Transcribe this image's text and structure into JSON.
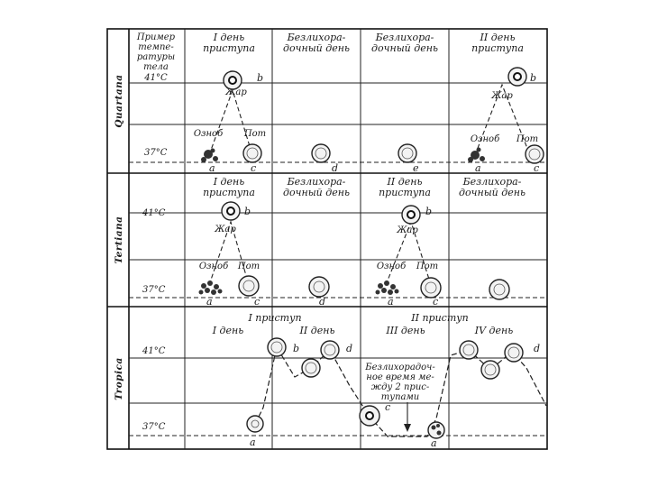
{
  "temperature_header": [
    "Пример",
    "темпе-",
    "ратуры",
    "тела",
    "41°C"
  ],
  "temps": {
    "t41": "41°C",
    "t37": "37°C"
  },
  "bands": {
    "quartana": "Quartana",
    "tertiana": "Tertiana",
    "tropica": "Tropica"
  },
  "quartana": {
    "cols": [
      [
        "I день",
        "приступа"
      ],
      [
        "Безлихора-",
        "дочный день"
      ],
      [
        "Безлихора-",
        "дочный день"
      ],
      [
        "II день",
        "приступа"
      ]
    ],
    "labels": {
      "zhar": "Жар",
      "oznob": "Озноб",
      "pot": "Пот"
    },
    "letters": {
      "a": "a",
      "b": "b",
      "c": "c",
      "d": "d",
      "e": "e"
    }
  },
  "tertiana": {
    "cols": [
      [
        "I день",
        "приступа"
      ],
      [
        "Безлихора-",
        "дочный день"
      ],
      [
        "II день",
        "приступа"
      ],
      [
        "Безлихора-",
        "дочный день"
      ]
    ],
    "labels": {
      "zhar": "Жар",
      "oznob": "Озноб",
      "pot": "Пот"
    },
    "letters": {
      "a": "a",
      "b": "b",
      "c": "c",
      "d": "d"
    }
  },
  "tropica": {
    "attacks": [
      "I приступ",
      "II приступ"
    ],
    "days": [
      "I день",
      "II день",
      "III день",
      "IV день"
    ],
    "interval_note": [
      "Безлихорадоч-",
      "ное время ме-",
      "жду 2 прис-",
      "тупами"
    ],
    "letters": {
      "a": "a",
      "b": "b",
      "c": "c",
      "d": "d"
    }
  }
}
